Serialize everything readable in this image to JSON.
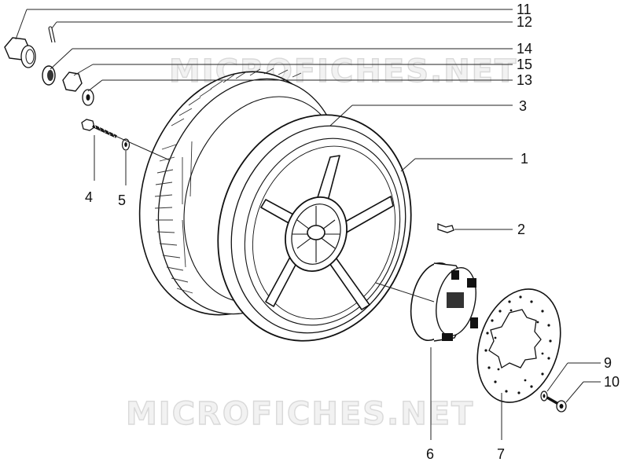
{
  "watermark": "MICROFICHES.NET",
  "parts": [
    {
      "id": "tire",
      "ref": "3"
    },
    {
      "id": "rim",
      "ref": "1"
    },
    {
      "id": "valve",
      "ref": "2"
    },
    {
      "id": "bolt",
      "ref": "4"
    },
    {
      "id": "washer-small",
      "ref": "5"
    },
    {
      "id": "hub",
      "ref": "6"
    },
    {
      "id": "brake-disc",
      "ref": "7"
    },
    {
      "id": "disc-washer",
      "ref": "9"
    },
    {
      "id": "disc-screw",
      "ref": "10"
    },
    {
      "id": "split-pin",
      "ref": "11"
    },
    {
      "id": "washer",
      "ref": "12"
    },
    {
      "id": "castle-ring",
      "ref": "13"
    },
    {
      "id": "axle-nut",
      "ref": "14"
    },
    {
      "id": "nut",
      "ref": "15"
    }
  ]
}
